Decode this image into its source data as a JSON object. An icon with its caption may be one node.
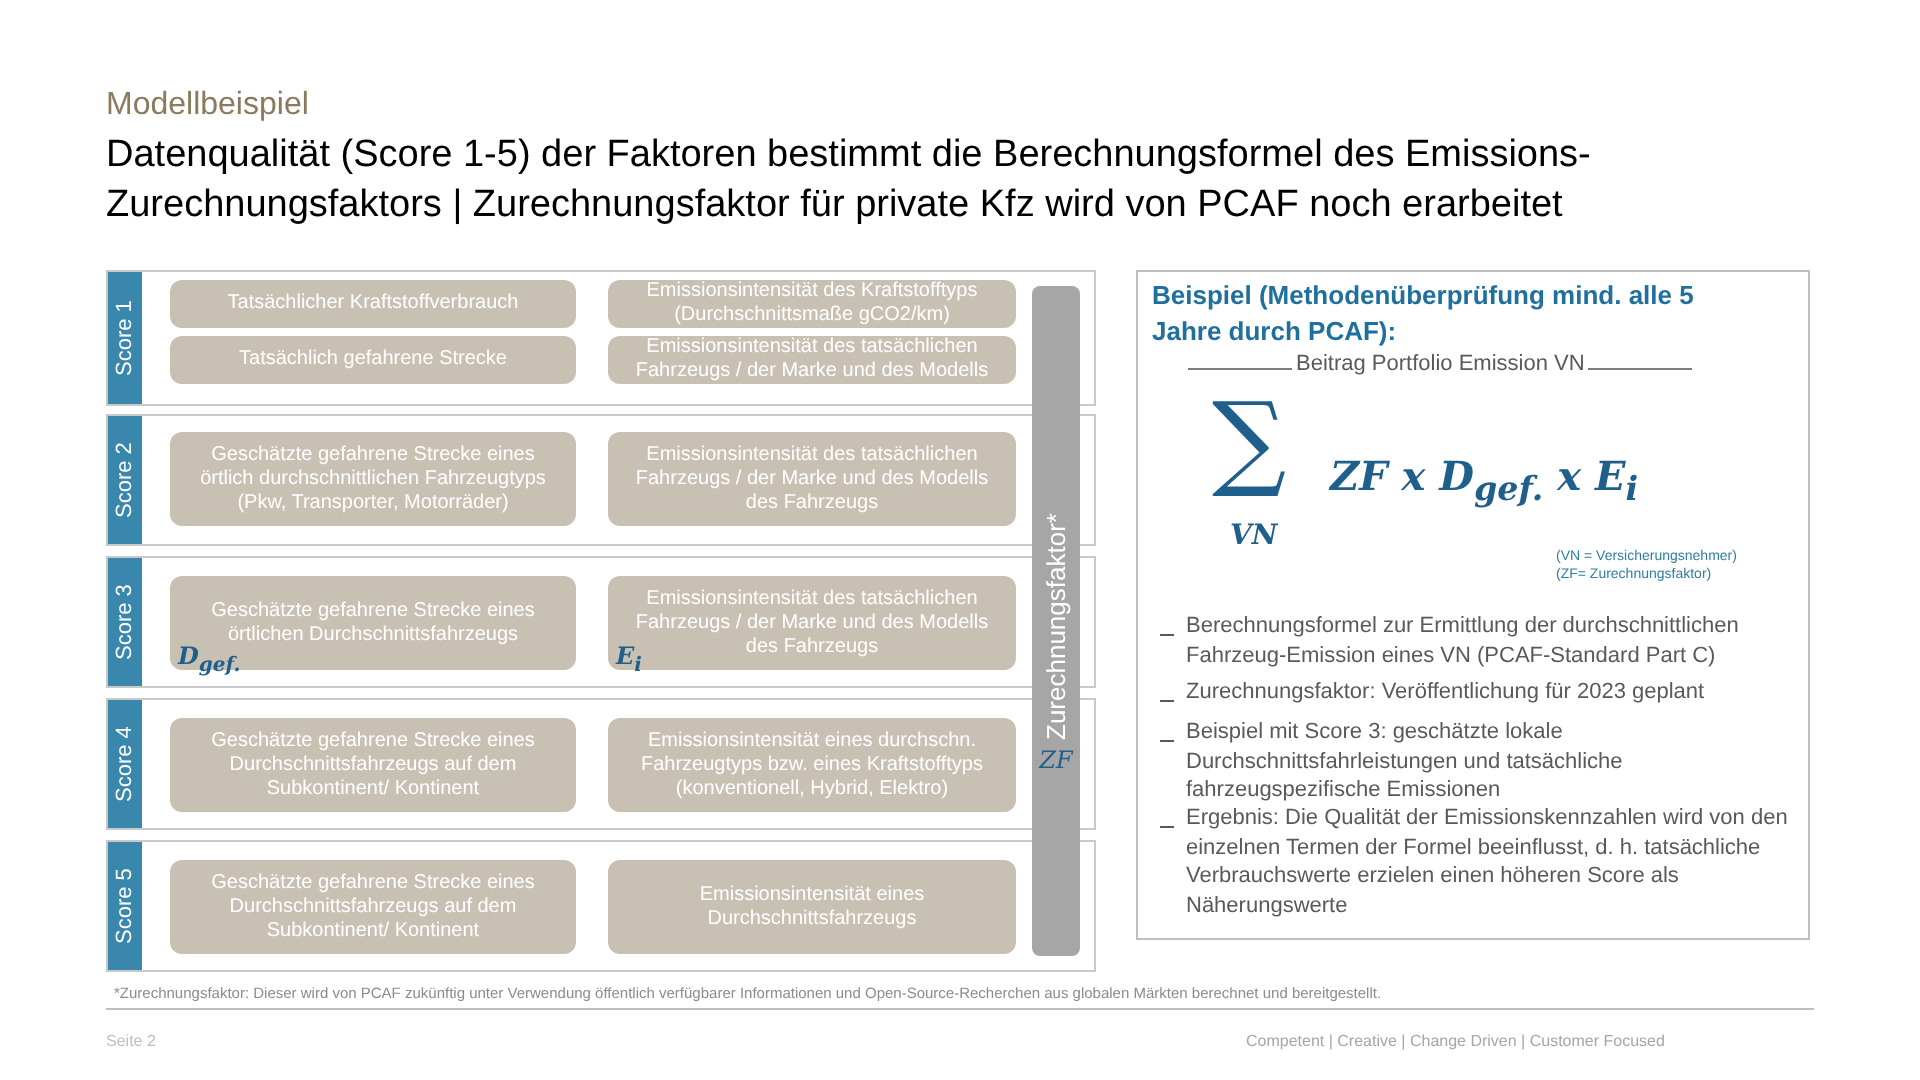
{
  "diagram": {
    "title": "Datenqualität (Score 1-5) der Faktoren bestimmt die Berechnungsformel des Emissions-Zurechnungsfaktors | Zurechnungsfaktor für private Kfz wird von PCAF noch erarbeitet",
    "nodes": [
      {
        "text": [
          "Score 1"
        ]
      },
      {
        "text": [
          "Tatsächlicher Kraftstoffverbrauch"
        ],
        "in": 0
      },
      {
        "text": [
          "Emissionsintensität des Kraftstofftyps (Durchschnittsmaße gCO2/km)"
        ],
        "in": 0
      },
      {
        "text": [
          "Tatsächlich gefahrene Strecke"
        ],
        "in": 0
      },
      {
        "text": [
          "Emissionsintensität des tatsächlichen Fahrzeugs / der Marke und des Modells"
        ],
        "in": 0
      },
      {
        "text": [
          "Score 2"
        ]
      },
      {
        "text": [
          "Geschätzte gefahrene Strecke eines örtlich durchschnittlichen Fahrzeugtyps (Pkw, Transporter, Motorräder)"
        ],
        "in": 5
      },
      {
        "text": [
          "Emissionsintensität des tatsächlichen Fahrzeugs / der Marke und des Modells des Fahrzeugs"
        ],
        "in": 5
      },
      {
        "text": [
          "Score 3"
        ]
      },
      {
        "text": [
          "Geschätzte gefahrene Strecke eines örtlichen Durchschnittsfahrzeugs",
          "D$_{gef.}$"
        ],
        "in": 8
      },
      {
        "text": [
          "Emissionsintensität des tatsächlichen Fahrzeugs / der Marke und des Modells des Fahrzeugs",
          "E$_{i}$"
        ],
        "in": 8
      },
      {
        "text": [
          "Score 4"
        ]
      },
      {
        "text": [
          "Geschätzte gefahrene Strecke eines Durchschnittsfahrzeugs auf dem Subkontinent/ Kontinent"
        ],
        "in": 11
      },
      {
        "text": [
          "Emissionsintensität eines durchschn. Fahrzeugtyps bzw. eines Kraftstofftyps (konventionell, Hybrid, Elektro)"
        ],
        "in": 11
      },
      {
        "text": [
          "Score 5"
        ]
      },
      {
        "text": [
          "Geschätzte gefahrene Strecke eines Durchschnittsfahrzeugs auf dem Subkontinent/ Kontinent"
        ],
        "in": 14
      },
      {
        "text": [
          "Emissionsintensität eines Durchschnittsfahrzeugs"
        ],
        "in": 14
      },
      {
        "text": [
          "Zurechnungsfaktor*",
          "ZF"
        ]
      },
      {
        "text": [
          "Beispiel (Methodenüberprüfung mind. alle 5 Jahre durch PCAF):"
        ]
      }
    ],
    "labels": [
      "Modellbeispiel",
      "Beitrag Portfolio Emission VN",
      "∑",
      "VN",
      "ZF x D$_{gef.}$ x E$_{i}$",
      "(VN = Versicherungsnehmer)",
      "(ZF= Zurechnungsfaktor)",
      "Berechnungsformel zur Ermittlung der durchschnittlichen Fahrzeug-Emission eines VN (PCAF-Standard Part C)",
      "Zurechnungsfaktor: Veröffentlichung für 2023 geplant",
      "Beispiel mit Score 3: geschätzte lokale Durchschnittsfahrleistungen und tatsächliche fahrzeugspezifische Emissionen",
      "Ergebnis: Die Qualität der Emissionskennzahlen wird von den einzelnen Termen der Formel beeinflusst, d. h. tatsächliche Verbrauchswerte erzielen einen höheren Score als Näherungswerte",
      "*Zurechnungsfaktor: Dieser wird von PCAF zukünftig unter Verwendung öffentlich verfügbarer Informationen und Open-Source-Recherchen aus globalen Märkten berechnet und bereitgestellt.",
      "Seite 2",
      "Competent | Creative | Change Driven | Customer Focused"
    ]
  }
}
